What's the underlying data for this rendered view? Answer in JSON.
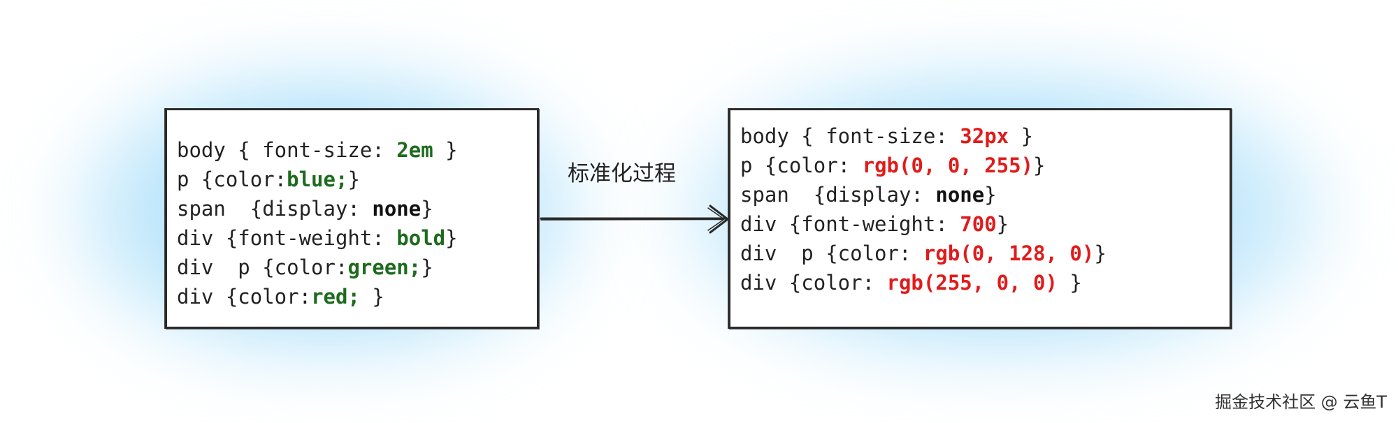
{
  "left_box": {
    "lines": [
      {
        "prefix": "body { font-size: ",
        "value": "2em",
        "suffix": " }"
      },
      {
        "prefix": "p {color:",
        "value": "blue;",
        "suffix": "}"
      },
      {
        "prefix": "span  {display: ",
        "value": "none",
        "suffix": "}"
      },
      {
        "prefix": "div {font-weight: ",
        "value": "bold",
        "suffix": "}"
      },
      {
        "prefix": "div  p {color:",
        "value": "green;",
        "suffix": "}"
      },
      {
        "prefix": "div {color:",
        "value": "red;",
        "suffix": " }"
      }
    ]
  },
  "arrow": {
    "label": "标准化过程"
  },
  "right_box": {
    "lines": [
      {
        "prefix": "body { font-size: ",
        "value": "32px",
        "suffix": " }"
      },
      {
        "prefix": "p {color: ",
        "value": "rgb(0, 0, 255)",
        "suffix": "}"
      },
      {
        "prefix": "span  {display: ",
        "value": "none",
        "suffix": "}"
      },
      {
        "prefix": "div {font-weight: ",
        "value": "700",
        "suffix": "}"
      },
      {
        "prefix": "div  p {color: ",
        "value": "rgb(0, 128, 0)",
        "suffix": "}"
      },
      {
        "prefix": "div {color: ",
        "value": "rgb(255, 0, 0)",
        "suffix": " }"
      }
    ]
  },
  "watermark": {
    "text": "掘金技术社区 @ 云鱼T"
  },
  "colors": {
    "green_value": "#1e6b1e",
    "red_value": "#e01b1b",
    "glow": "#78cdf5"
  }
}
